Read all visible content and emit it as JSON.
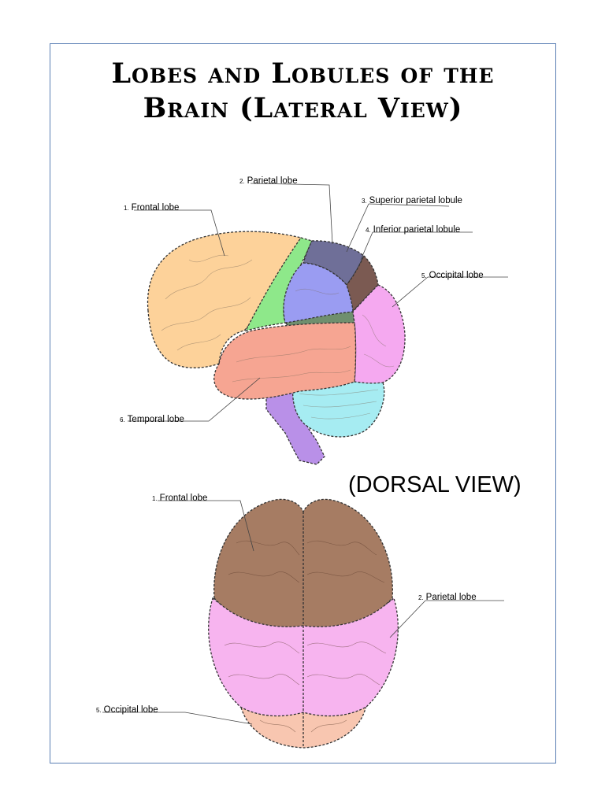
{
  "title": {
    "line1": "Lobes and Lobules of the",
    "line2": "Brain (Lateral View)"
  },
  "subtitle": "(DORSAL VIEW)",
  "lateral_labels": [
    {
      "num": "1.",
      "text": "Frontal lobe"
    },
    {
      "num": "2.",
      "text": "Parietal lobe"
    },
    {
      "num": "3.",
      "text": "Superior parietal lobule"
    },
    {
      "num": "4.",
      "text": "Inferior parietal lobule"
    },
    {
      "num": "5.",
      "text": "Occipital lobe"
    },
    {
      "num": "6.",
      "text": "Temporal lobe"
    }
  ],
  "dorsal_labels": [
    {
      "num": "1.",
      "text": "Frontal lobe"
    },
    {
      "num": "2.",
      "text": "Parietal lobe"
    },
    {
      "num": "5.",
      "text": "Occipital lobe"
    }
  ],
  "colors": {
    "frontal": "#fdd29a",
    "precentral": "#8ee88a",
    "superior_parietal": "#6f6f98",
    "inferior_parietal": "#9a9cf2",
    "occipital": "#f5a9f0",
    "temporal": "#f6a592",
    "brainstem": "#b990e8",
    "cerebellum": "#a6ecf2",
    "angular": "#7b5a52",
    "insula": "#6f8f6e",
    "dorsal_frontal": "#a67c63",
    "dorsal_parietal": "#f7b4ef",
    "dorsal_occipital": "#f8c6b0",
    "frame": "#5b7fb4"
  }
}
